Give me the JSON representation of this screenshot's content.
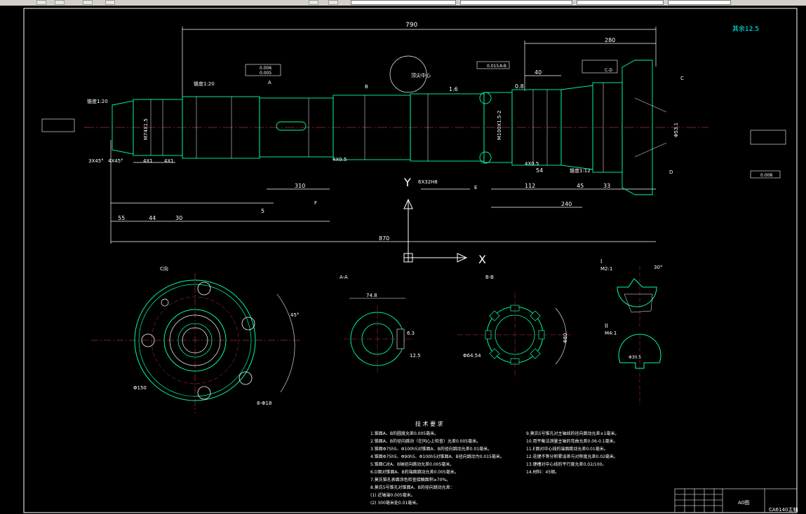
{
  "window": {
    "title": ""
  },
  "toolbar": {
    "buttons": [
      "open-icon",
      "save-icon",
      "undo-icon",
      "redo-icon",
      "layer-icon",
      "color-icon"
    ]
  },
  "drawing": {
    "surface_finish": "其余12.5",
    "dims": {
      "overall_top": "790",
      "overall_bottom": "870",
      "d1": "280",
      "d2": "40",
      "taper_left": "锥度1:20",
      "taper_far": "锥度1:20",
      "taper_right": "锥度1:12",
      "thread_main": "M100X1.5-2",
      "thread_left": "M74X1.5",
      "spline": "6X32H8",
      "chamfer_a": "3X45°",
      "chamfer_b": "4X45°",
      "groove_a": "4X1",
      "groove_b": "4X1",
      "groove_c": "4X0.5",
      "groove_d": "4X0.5",
      "len_a": "112",
      "len_b": "45",
      "len_c": "33",
      "len_d": "54",
      "len_e": "240",
      "len_f": "310",
      "len_g": "55",
      "len_h": "44",
      "len_i": "30",
      "len_j": "5",
      "len_k": "1.6",
      "len_l": "0.8",
      "tol_a": "0.006",
      "tol_b": "0.005",
      "tol_c": "0.015",
      "tol_d": "0.008",
      "ref_a": "A-B",
      "ref_b": "C-D",
      "center_hole": "Φ53.1",
      "small_ref": "Φ30.5"
    },
    "labels": {
      "A": "A",
      "B": "B",
      "C": "C",
      "D": "D",
      "E": "E",
      "F": "F",
      "view_c": "C向",
      "section_a": "A-A",
      "section_b": "B-B",
      "detail_i": "I",
      "detail_i_scale": "M2:1",
      "detail_ii": "II",
      "detail_ii_scale": "M4:1",
      "center_ref": "顶尖中心",
      "dia_150": "Φ150",
      "dia_74": "74.8",
      "dia_64": "Φ64.54",
      "dia_80": "Φ80",
      "holes": "8-Φ18",
      "key": "6.3",
      "key2": "12.5",
      "angle_a": "45°",
      "angle_b": "30°"
    },
    "ucs": {
      "y": "Y",
      "x": "X"
    },
    "notes_title": "技 术 要 求",
    "notes_left": [
      "1.锥面A、B的圆度允差0.005毫米。",
      "2.锥面A、B的径向跳动（在同心上检查）允差0.005毫米。",
      "3.锥面Φ75h5、Φ100h5对锥面A、B的径向跳动允差0.01毫米。",
      "4.锥面Φ75h5、Φ90h5、Φ100h5对锥面A、B径向跳动为0.015毫米。",
      "5.锥面C对A、B轴径向跳动允差0.005毫米。",
      "6.D面对锥面A、B的端面跳动允差0.005毫米。",
      "7.莫氏锥孔表面涂色检查接触面积≥70%。",
      "8.莫氏5号锥孔对锥面A、B的径向跳动允差：",
      "(1)  近轴端0.005毫米。",
      "(2) 300毫米处0.01毫米。"
    ],
    "notes_right": [
      "9.莫氏5号锥孔对主轴线的径向跳动允差±1毫米。",
      "10.用平衡法测量主轴的弯曲允差0.06-0.1毫米。",
      "11.E面对中心线的端面跳动允差0.01毫米。",
      "12.花键不等分积累误差与对称度允差0.02毫米。",
      "13.键槽对中心线的平行度允差0.02/100。",
      "14.材料：45钢。"
    ],
    "title_block": {
      "scale": "A0图",
      "name": "CA6140主轴"
    }
  }
}
